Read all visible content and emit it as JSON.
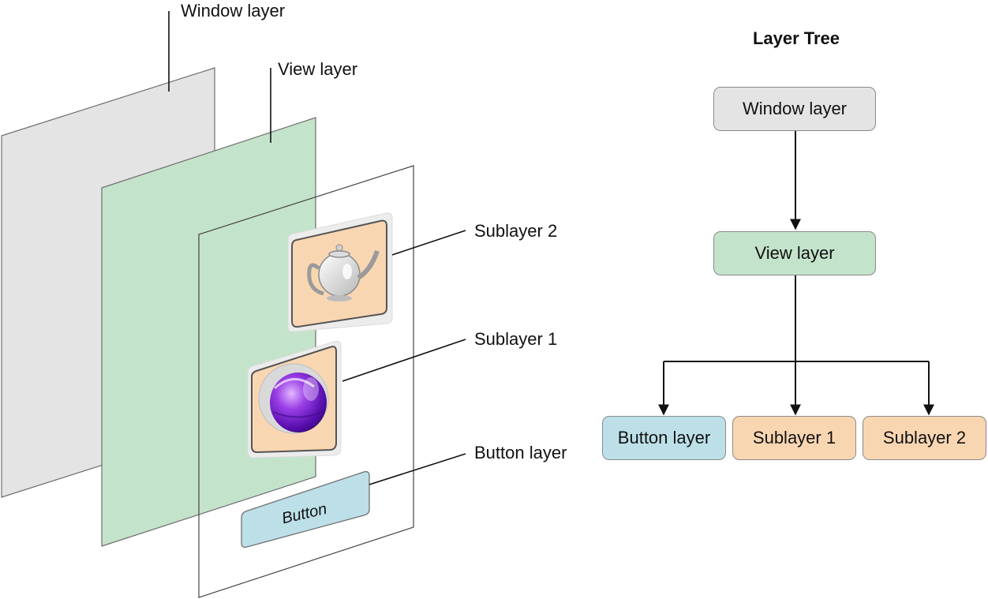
{
  "colors": {
    "window": "#e3e4e3",
    "view": "#c4e3cb",
    "button": "#bde0e8",
    "sublayer": "#f9d6b2",
    "stroke": "#6f6f6f"
  },
  "left_diagram": {
    "labels": {
      "window": "Window layer",
      "view": "View layer",
      "sublayer2": "Sublayer 2",
      "sublayer1": "Sublayer 1",
      "button_layer": "Button layer"
    },
    "button_text": "Button",
    "icons": {
      "sublayer2": "teapot-icon",
      "sublayer1": "purple-sphere-icon"
    }
  },
  "layer_tree": {
    "title": "Layer Tree",
    "root": "Window layer",
    "child": "View layer",
    "leaves": [
      "Button layer",
      "Sublayer 1",
      "Sublayer 2"
    ]
  }
}
